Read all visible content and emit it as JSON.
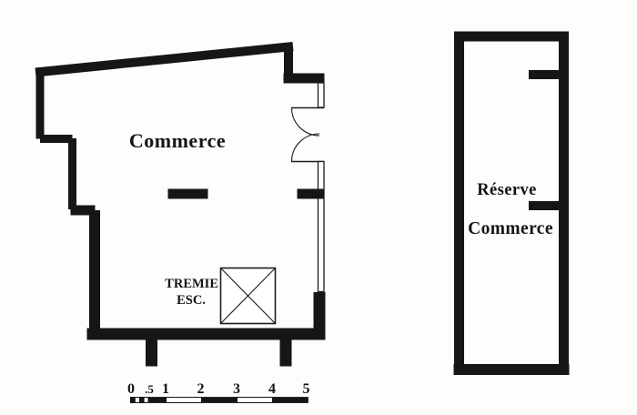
{
  "palette": {
    "paper": "#fdfdfc",
    "ink": "#161616"
  },
  "left_plan": {
    "room_label": "Commerce",
    "stair_opening": {
      "line1": "TREMIE",
      "line2": "ESC."
    }
  },
  "right_plan": {
    "line1": "Réserve",
    "line2": "Commerce"
  },
  "scale_bar": {
    "labels": [
      "0",
      ".5",
      "1",
      "2",
      "3",
      "4",
      "5"
    ]
  }
}
